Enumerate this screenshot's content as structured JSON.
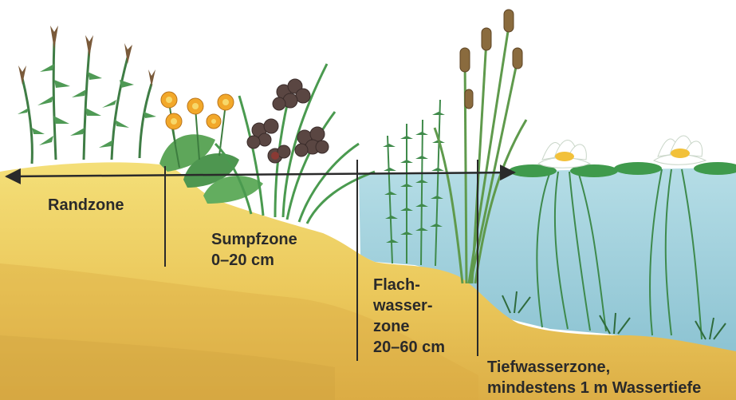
{
  "zones": {
    "rand": {
      "lines": [
        "Randzone"
      ]
    },
    "sumpf": {
      "lines": [
        "Sumpfzone",
        "0–20 cm"
      ]
    },
    "flach": {
      "lines": [
        "Flach-",
        "wasser-",
        "zone",
        "20–60 cm"
      ]
    },
    "tief": {
      "lines": [
        "Tiefwasserzone,",
        "mindestens 1 m Wassertiefe"
      ]
    }
  },
  "colors": {
    "soil_light": "#f2dc72",
    "soil_mid": "#e9c55a",
    "soil_dark": "#d9a941",
    "water": "#a9d6e0",
    "water_deep": "#8fc6d4",
    "plant_green": "#3f8a4a",
    "reed_brown": "#7a5a3a",
    "marker_line": "#2a2a2a",
    "label_text": "#2a2a2a"
  },
  "icons": [
    "cattail-reed-icon",
    "marsh-marigold-icon",
    "purple-loosestrife-icon",
    "waterweed-icon",
    "water-lily-icon",
    "grass-tuft-icon",
    "double-arrow-icon"
  ]
}
